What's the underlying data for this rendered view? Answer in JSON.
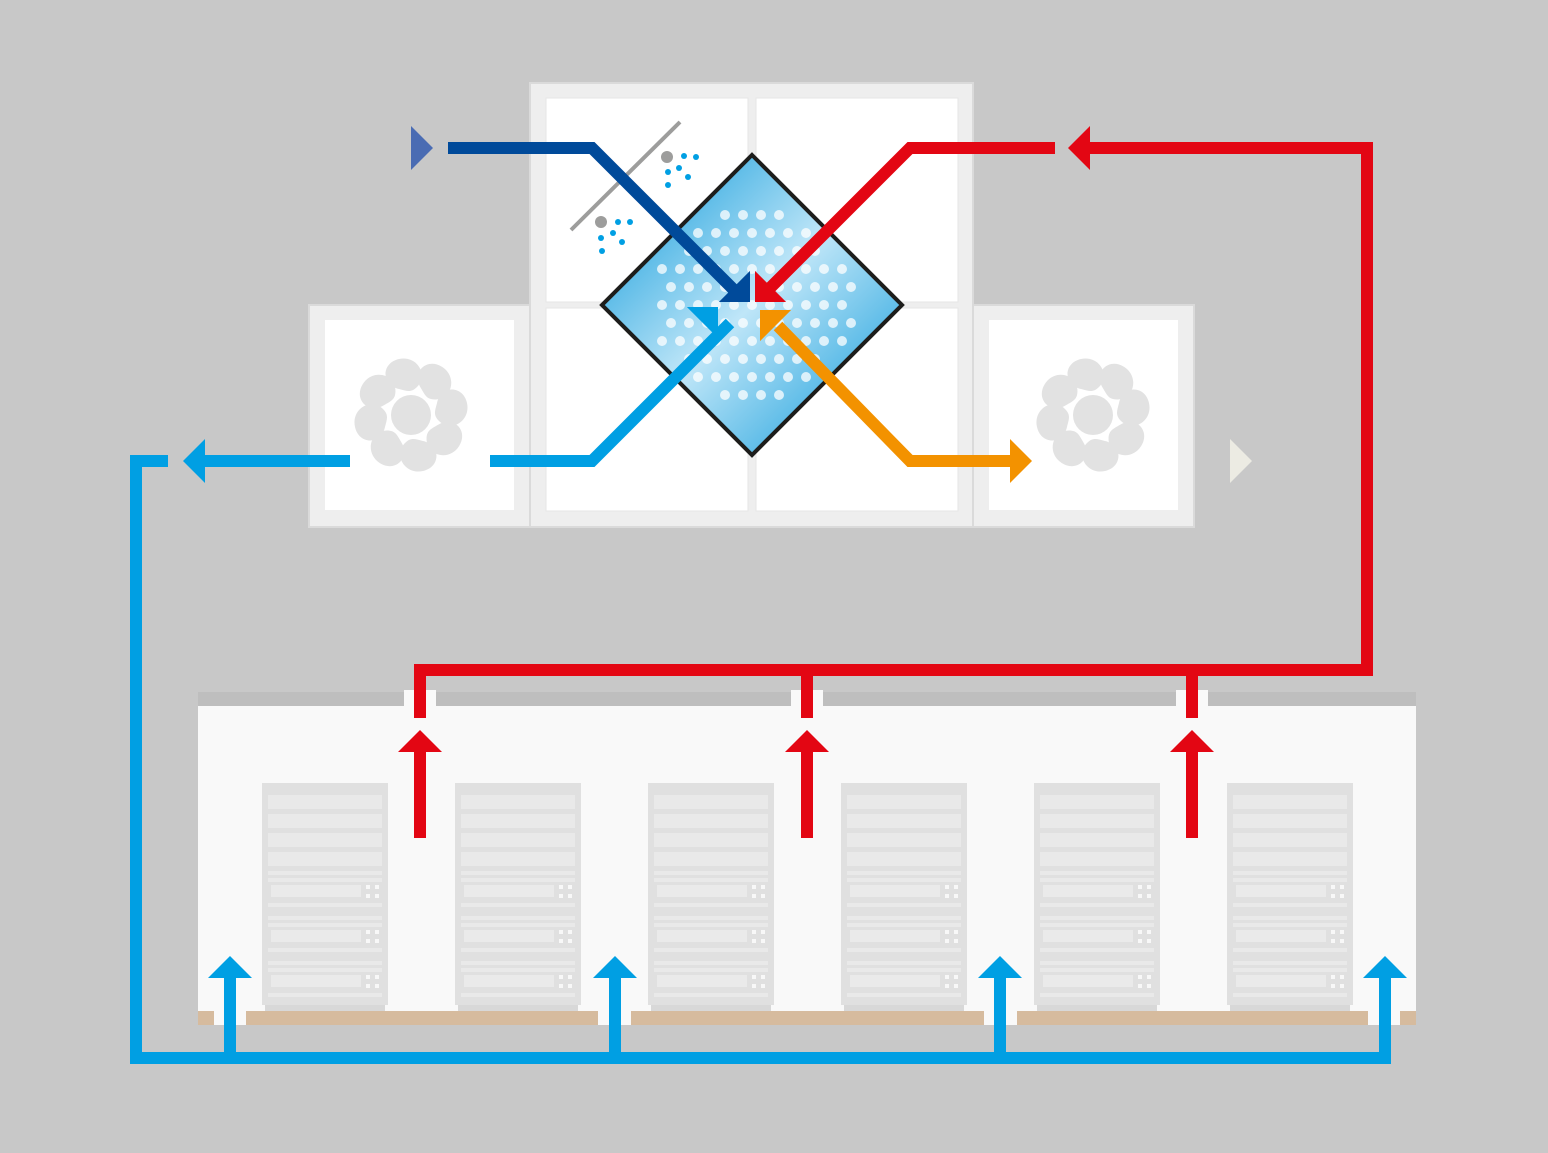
{
  "diagram": {
    "type": "data-center heat-recovery ventilation schematic",
    "components": [
      "outdoor-air-inlet",
      "filter",
      "cross-flow-heat-exchanger",
      "supply-fan",
      "exhaust-fan",
      "server-room",
      "server-racks"
    ],
    "rack_count": 6,
    "hot_air_outlets": 3,
    "cold_air_inlets": 4
  },
  "colors": {
    "background": "#c8c8c8",
    "outdoor_air": "#004a9a",
    "return_hot_air": "#e30613",
    "supply_cold_air": "#009fe3",
    "exhaust_air": "#f39200",
    "floor": "#d6bb9e",
    "unit_frame": "#eeeeee",
    "panel": "#ffffff",
    "exchanger_stroke": "#1d1d1b"
  },
  "icons": [
    "fan-icon",
    "heat-exchanger-icon",
    "filter-icon",
    "server-rack-icon",
    "arrow-icon"
  ]
}
